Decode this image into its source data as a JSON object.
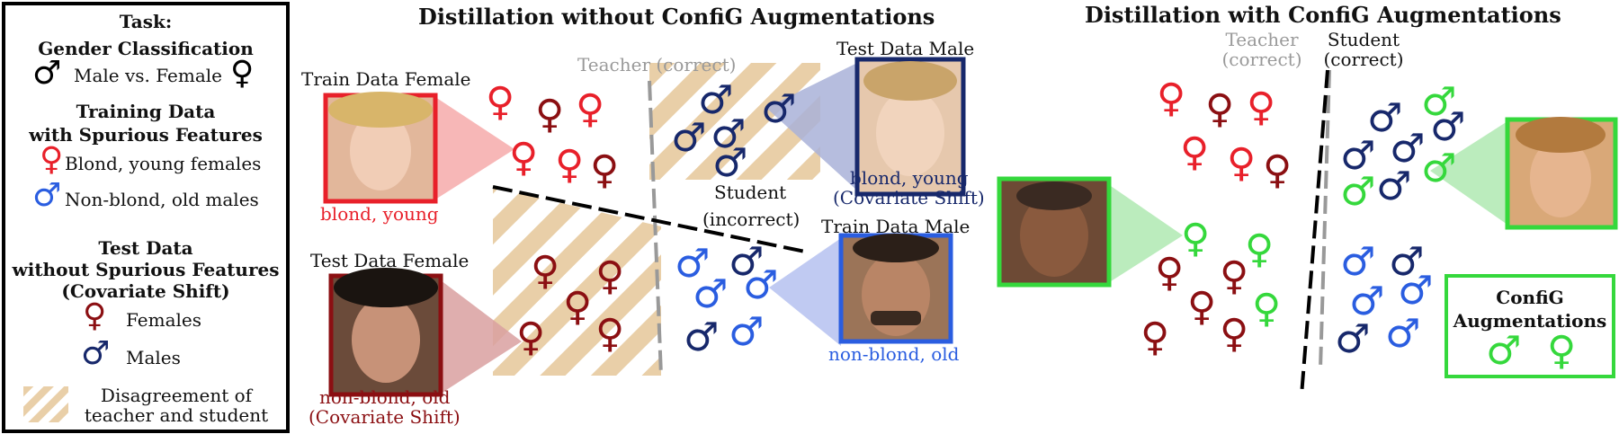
{
  "legend": {
    "task": "Task:",
    "task_name": "Gender Classification",
    "male_vs_female": "Male vs. Female",
    "train_heading_1": "Training Data",
    "train_heading_2": "with Spurious Features",
    "blond_young_females": "Blond, young females",
    "nonblond_old_males": "Non-blond, old males",
    "test_heading_1": "Test Data",
    "test_heading_2": "without Spurious Features",
    "test_heading_3": "(Covariate Shift)",
    "females": "Females",
    "males": "Males",
    "disagreement_1": "Disagreement of",
    "disagreement_2": "teacher and student"
  },
  "left_panel": {
    "title": "Distillation without ConfiG Augmentations",
    "train_female_label": "Train Data Female",
    "train_female_caption": "blond, young",
    "test_female_label": "Test Data Female",
    "test_female_caption_1": "non-blond, old",
    "test_female_caption_2": "(Covariate Shift)",
    "teacher_label": "Teacher (correct)",
    "student_label_1": "Student",
    "student_label_2": "(incorrect)",
    "test_male_label": "Test Data Male",
    "test_male_caption_1": "blond, young",
    "test_male_caption_2": "(Covariate Shift)",
    "train_male_label": "Train Data Male",
    "train_male_caption": "non-blond, old"
  },
  "right_panel": {
    "title": "Distillation with ConfiG Augmentations",
    "teacher_label_1": "Teacher",
    "teacher_label_2": "(correct)",
    "student_label_1": "Student",
    "student_label_2": "(correct)",
    "aug_label_1": "ConfiG",
    "aug_label_2": "Augmentations"
  },
  "symbols": {
    "male": "♂",
    "female": "♀"
  },
  "colors": {
    "train_female": "#e8202a",
    "test_female": "#8b0f12",
    "train_male": "#2a5de0",
    "test_male": "#17286b",
    "augment": "#35d83c",
    "teacher_line": "#999999",
    "hatch": "#e9cfa8"
  },
  "icons": [
    "male-symbol-icon",
    "female-symbol-icon",
    "face-photo-icon",
    "hatch-swatch-icon"
  ]
}
